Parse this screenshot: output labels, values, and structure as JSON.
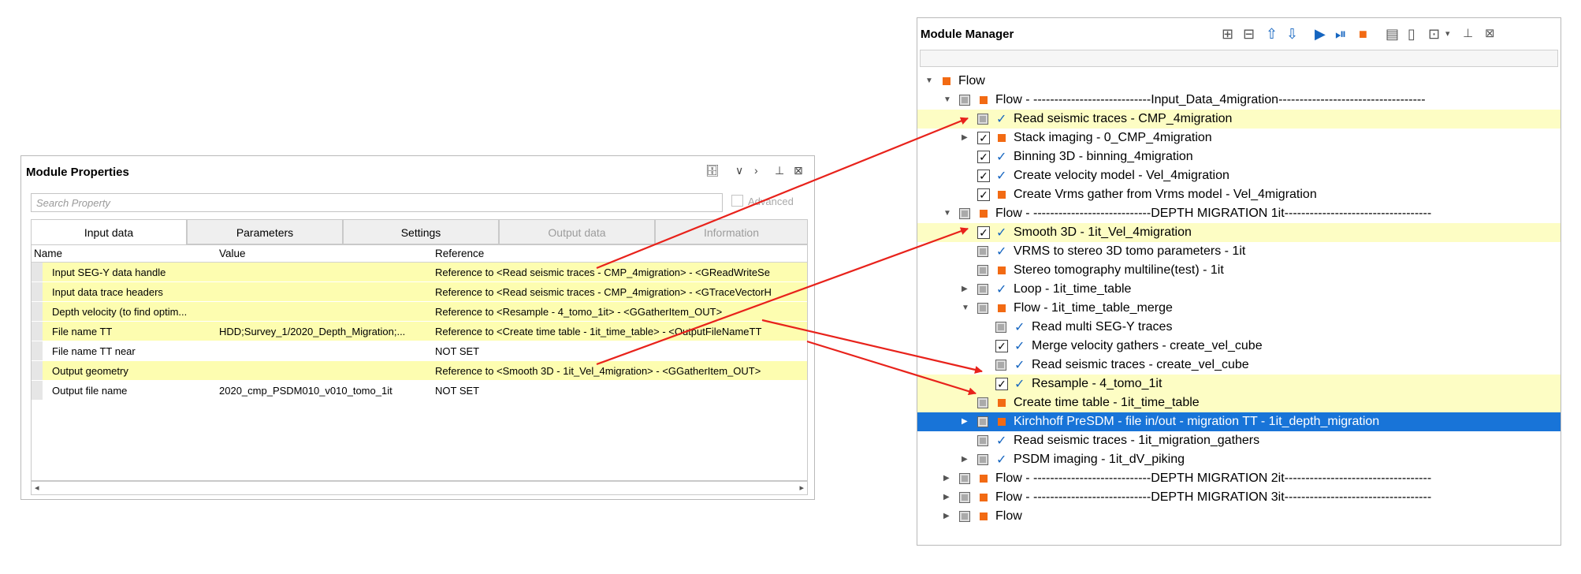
{
  "properties": {
    "title": "Module Properties",
    "search_placeholder": "Search Property",
    "advanced_label": "Advanced",
    "tabs": [
      "Input data",
      "Parameters",
      "Settings",
      "Output data",
      "Information"
    ],
    "columns": [
      "Name",
      "Value",
      "Reference"
    ],
    "rows": [
      {
        "name": "Input SEG-Y data handle",
        "value": "",
        "reference": "Reference to <Read seismic traces - CMP_4migration> - <GReadWriteSe"
      },
      {
        "name": "Input data trace headers",
        "value": "",
        "reference": "Reference to <Read seismic traces - CMP_4migration> - <GTraceVectorH"
      },
      {
        "name": "Depth velocity (to find optim...",
        "value": "",
        "reference": "Reference to <Resample - 4_tomo_1it> - <GGatherItem_OUT>"
      },
      {
        "name": "File name TT",
        "value": "HDD;Survey_1/2020_Depth_Migration;...",
        "reference": "Reference to <Create time table - 1it_time_table> - <OutputFileNameTT"
      },
      {
        "name": "File name TT near",
        "value": "",
        "reference": "NOT SET"
      },
      {
        "name": "Output geometry",
        "value": "",
        "reference": "Reference to <Smooth 3D - 1it_Vel_4migration> - <GGatherItem_OUT>"
      },
      {
        "name": "Output file name",
        "value": "2020_cmp_PSDM010_v010_tomo_1it",
        "reference": "NOT SET"
      }
    ]
  },
  "manager": {
    "title": "Module Manager",
    "tree": [
      {
        "label": "Flow",
        "expanded": true,
        "state": "none",
        "icon": "square",
        "hl": false,
        "sel": false
      },
      {
        "label": "Flow - ----------------------------Input_Data_4migration-----------------------------------",
        "expanded": true,
        "state": "partial",
        "icon": "square",
        "hl": false,
        "sel": false
      },
      {
        "label": "Read seismic traces - CMP_4migration",
        "expanded": null,
        "state": "partial",
        "icon": "check",
        "hl": true,
        "sel": false
      },
      {
        "label": "Stack imaging - 0_CMP_4migration",
        "expanded": false,
        "state": "checked",
        "icon": "square",
        "hl": false,
        "sel": false
      },
      {
        "label": "Binning 3D - binning_4migration",
        "expanded": null,
        "state": "checked",
        "icon": "check",
        "hl": false,
        "sel": false
      },
      {
        "label": "Create velocity model - Vel_4migration",
        "expanded": null,
        "state": "checked",
        "icon": "check",
        "hl": false,
        "sel": false
      },
      {
        "label": "Create Vrms gather from Vrms model - Vel_4migration",
        "expanded": null,
        "state": "checked",
        "icon": "square",
        "hl": false,
        "sel": false
      },
      {
        "label": "Flow - ----------------------------DEPTH MIGRATION 1it-----------------------------------",
        "expanded": true,
        "state": "partial",
        "icon": "square",
        "hl": false,
        "sel": false
      },
      {
        "label": "Smooth 3D - 1it_Vel_4migration",
        "expanded": null,
        "state": "checked",
        "icon": "check",
        "hl": true,
        "sel": false
      },
      {
        "label": "VRMS to stereo  3D tomo parameters - 1it",
        "expanded": null,
        "state": "partial",
        "icon": "check",
        "hl": false,
        "sel": false
      },
      {
        "label": "Stereo tomography multiline(test) - 1it",
        "expanded": null,
        "state": "partial",
        "icon": "square",
        "hl": false,
        "sel": false
      },
      {
        "label": "Loop - 1it_time_table",
        "expanded": false,
        "state": "partial",
        "icon": "check",
        "hl": false,
        "sel": false
      },
      {
        "label": "Flow - 1it_time_table_merge",
        "expanded": true,
        "state": "partial",
        "icon": "square",
        "hl": false,
        "sel": false
      },
      {
        "label": "Read multi SEG-Y traces",
        "expanded": null,
        "state": "partial",
        "icon": "check",
        "hl": false,
        "sel": false
      },
      {
        "label": "Merge velocity gathers - create_vel_cube",
        "expanded": null,
        "state": "checked",
        "icon": "check",
        "hl": false,
        "sel": false
      },
      {
        "label": "Read seismic traces - create_vel_cube",
        "expanded": null,
        "state": "partial",
        "icon": "check",
        "hl": false,
        "sel": false
      },
      {
        "label": "Resample - 4_tomo_1it",
        "expanded": null,
        "state": "checked",
        "icon": "check",
        "hl": true,
        "sel": false
      },
      {
        "label": "Create time table - 1it_time_table",
        "expanded": null,
        "state": "partial",
        "icon": "square",
        "hl": true,
        "sel": false
      },
      {
        "label": "Kirchhoff PreSDM - file in/out - migration TT - 1it_depth_migration",
        "expanded": false,
        "state": "partial",
        "icon": "square",
        "hl": false,
        "sel": true
      },
      {
        "label": "Read seismic traces - 1it_migration_gathers",
        "expanded": null,
        "state": "partial",
        "icon": "check",
        "hl": false,
        "sel": false
      },
      {
        "label": "PSDM imaging - 1it_dV_piking",
        "expanded": false,
        "state": "partial",
        "icon": "check",
        "hl": false,
        "sel": false
      },
      {
        "label": "Flow - ----------------------------DEPTH MIGRATION 2it-----------------------------------",
        "expanded": false,
        "state": "partial",
        "icon": "square",
        "hl": false,
        "sel": false
      },
      {
        "label": "Flow - ----------------------------DEPTH MIGRATION 3it-----------------------------------",
        "expanded": false,
        "state": "partial",
        "icon": "square",
        "hl": false,
        "sel": false
      },
      {
        "label": "Flow",
        "expanded": false,
        "state": "partial",
        "icon": "square",
        "hl": false,
        "sel": false
      }
    ]
  },
  "colors": {
    "accent": "#f26a13",
    "check": "#1565c0",
    "highlight": "#fdfdb0",
    "selection": "#1874d8",
    "arrow": "#e8221b"
  }
}
